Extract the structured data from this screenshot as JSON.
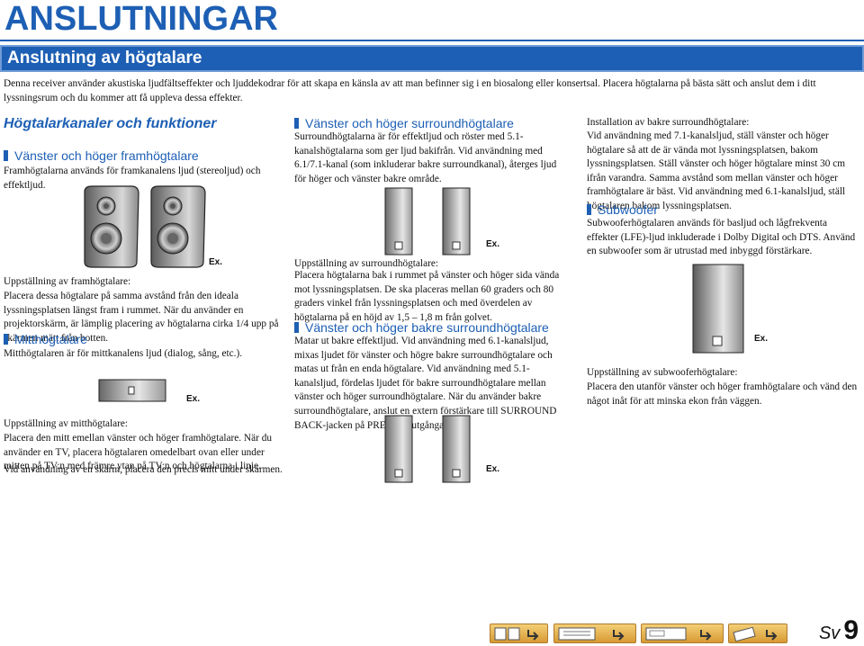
{
  "page_title": "ANSLUTNINGAR",
  "section_banner": "Anslutning av högtalare",
  "intro": "Denna receiver använder akustiska ljudfältseffekter och ljuddekodrar för att skapa en känsla av att man befinner sig i en biosalong eller konsertsal. Placera högtalarna på bästa sätt och anslut dem i ditt lyssningsrum och du kommer att få uppleva dessa effekter.",
  "col1": {
    "heading": "Högtalarkanaler och funktioner",
    "front": {
      "heading": "Vänster och höger framhögtalare",
      "body": "Framhögtalarna används för framkanalens ljud (stereoljud) och effektljud.",
      "ex": "Ex.",
      "setup_label": "Uppställning av framhögtalare:",
      "setup_text": "Placera dessa högtalare på samma avstånd från den ideala lyssningsplatsen längst fram i rummet. När du använder en projektorskärm, är lämplig placering av högtalarna cirka 1/4 upp på skärmen mätt från botten."
    },
    "center": {
      "heading": "Mitthögtalare",
      "body": "Mitthögtalaren är för mittkanalens ljud (dialog, sång, etc.).",
      "ex": "Ex.",
      "setup_label": "Uppställning av mitthögtalare:",
      "setup_text": "Placera den mitt emellan vänster och höger framhögtalare. När du använder en TV, placera högtalaren omedelbart ovan eller under mitten på TV:n med främre ytan på TV:n och högtalarna i linje.",
      "screen_text": "Vid användning av en skärm, placera den precis mitt under skärmen."
    }
  },
  "col2": {
    "surround": {
      "heading": "Vänster och höger surroundhögtalare",
      "body": "Surroundhögtalarna är för effektljud och röster med 5.1-kanalshögtalarna som ger ljud bakifrån. Vid användning med 6.1/7.1-kanal (som inkluderar bakre surroundkanal), återges ljud för höger och vänster bakre område.",
      "ex": "Ex.",
      "setup_label": "Uppställning av surroundhögtalare:",
      "setup_text": "Placera högtalarna bak i rummet på vänster och höger sida vända mot lyssningsplatsen. De ska placeras mellan 60 graders och 80 graders vinkel från lyssningsplatsen och med överdelen av högtalarna på en höjd av 1,5 – 1,8 m från golvet."
    },
    "back": {
      "heading": "Vänster och höger bakre surroundhögtalare",
      "body": "Matar ut bakre effektljud. Vid användning med 6.1-kanalsljud, mixas ljudet för vänster och högre bakre surroundhögtalare och matas ut från en enda högtalare. Vid användning med 5.1-kanalsljud, fördelas ljudet för bakre surroundhögtalare mellan vänster och höger surroundhögtalare. När du använder bakre surroundhögtalare, anslut en extern förstärkare till SURROUND BACK-jacken på PRE OUT-utgångarna.",
      "ex": "Ex."
    }
  },
  "col3": {
    "install_label": "Installation av bakre surroundhögtalare:",
    "install_text": "Vid användning med 7.1-kanalsljud, ställ vänster och höger högtalare så att de är vända mot lyssningsplatsen, bakom lyssningsplatsen. Ställ vänster och höger högtalare minst 30 cm ifrån varandra. Samma avstånd som mellan vänster och höger framhögtalare är bäst. Vid användning med 6.1-kanalsljud, ställ högtalaren bakom lyssningsplatsen.",
    "subwoofer": {
      "heading": "Subwoofer",
      "body": "Subwooferhögtalaren används för basljud och lågfrekventa effekter (LFE)-ljud inkluderade i Dolby Digital och DTS. Använd en subwoofer som är utrustad med inbyggd förstärkare.",
      "ex": "Ex.",
      "setup_label": "Uppställning av subwooferhögtalare:",
      "setup_text": "Placera den utanför vänster och höger framhögtalare och vänd den något inåt för att minska ekon från väggen."
    }
  },
  "footer": {
    "lang": "Sv",
    "page": "9",
    "nav_icons": [
      "document-nav-icon",
      "remote-nav-icon",
      "receiver-front-nav-icon",
      "remote-control-nav-icon"
    ]
  },
  "colors": {
    "accent": "#1d5fb4",
    "nav_button": "#e5b452"
  }
}
